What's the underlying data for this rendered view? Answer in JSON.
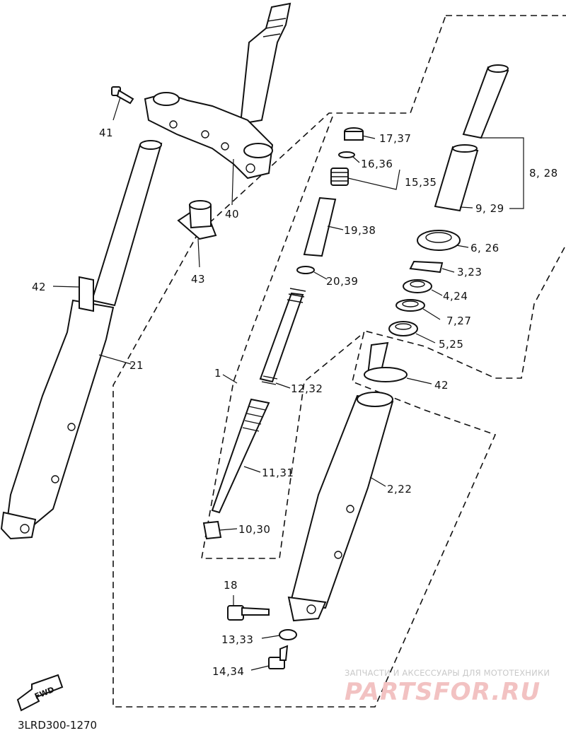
{
  "diagram": {
    "code": "3LRD300-1270",
    "fwd_arrow": "FWD",
    "labels": {
      "p41": "41",
      "p40": "40",
      "p43": "43",
      "p42a": "42",
      "p21": "21",
      "p1": "1",
      "p17_37": "17,37",
      "p16_36": "16,36",
      "p15_35": "15,35",
      "p19_38": "19,38",
      "p20_39": "20,39",
      "p12_32": "12,32",
      "p11_31": "11,31",
      "p10_30": "10,30",
      "p8_28": "8, 28",
      "p9_29": "9, 29",
      "p6_26": "6, 26",
      "p3_23": "3,23",
      "p4_24": "4,24",
      "p7_27": "7,27",
      "p5_25": "5,25",
      "p42b": "42",
      "p2_22": "2,22",
      "p18": "18",
      "p13_33": "13,33",
      "p14_34": "14,34"
    }
  },
  "watermark": {
    "top_text": "ЗАПЧАСТИ И АКСЕССУАРЫ ДЛЯ МОТОТЕХНИКИ",
    "logo_text": "PARTSFOR.RU",
    "color": "#f2c2c2"
  }
}
